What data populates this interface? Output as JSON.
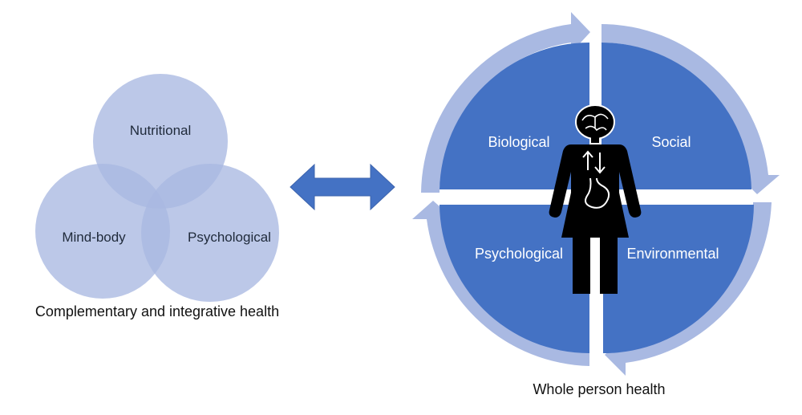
{
  "colors": {
    "circle_fill": "#a9b9e2",
    "quadrant_fill": "#4472c4",
    "ring_fill": "#a9b9e2",
    "double_arrow_fill": "#4472c4",
    "figure_fill": "#000000"
  },
  "venn": {
    "circles": {
      "top": "Nutritional",
      "left": "Mind-body",
      "right": "Psychological"
    },
    "caption": "Complementary and integrative health"
  },
  "connector": {
    "icon": "double-arrow-icon"
  },
  "whole_person": {
    "quadrants": {
      "top_left": "Biological",
      "top_right": "Social",
      "bottom_left": "Psychological",
      "bottom_right": "Environmental"
    },
    "caption": "Whole person health",
    "figure_icons": [
      "brain-icon",
      "person-icon",
      "stomach-icon",
      "up-arrow-icon",
      "down-arrow-icon"
    ]
  }
}
